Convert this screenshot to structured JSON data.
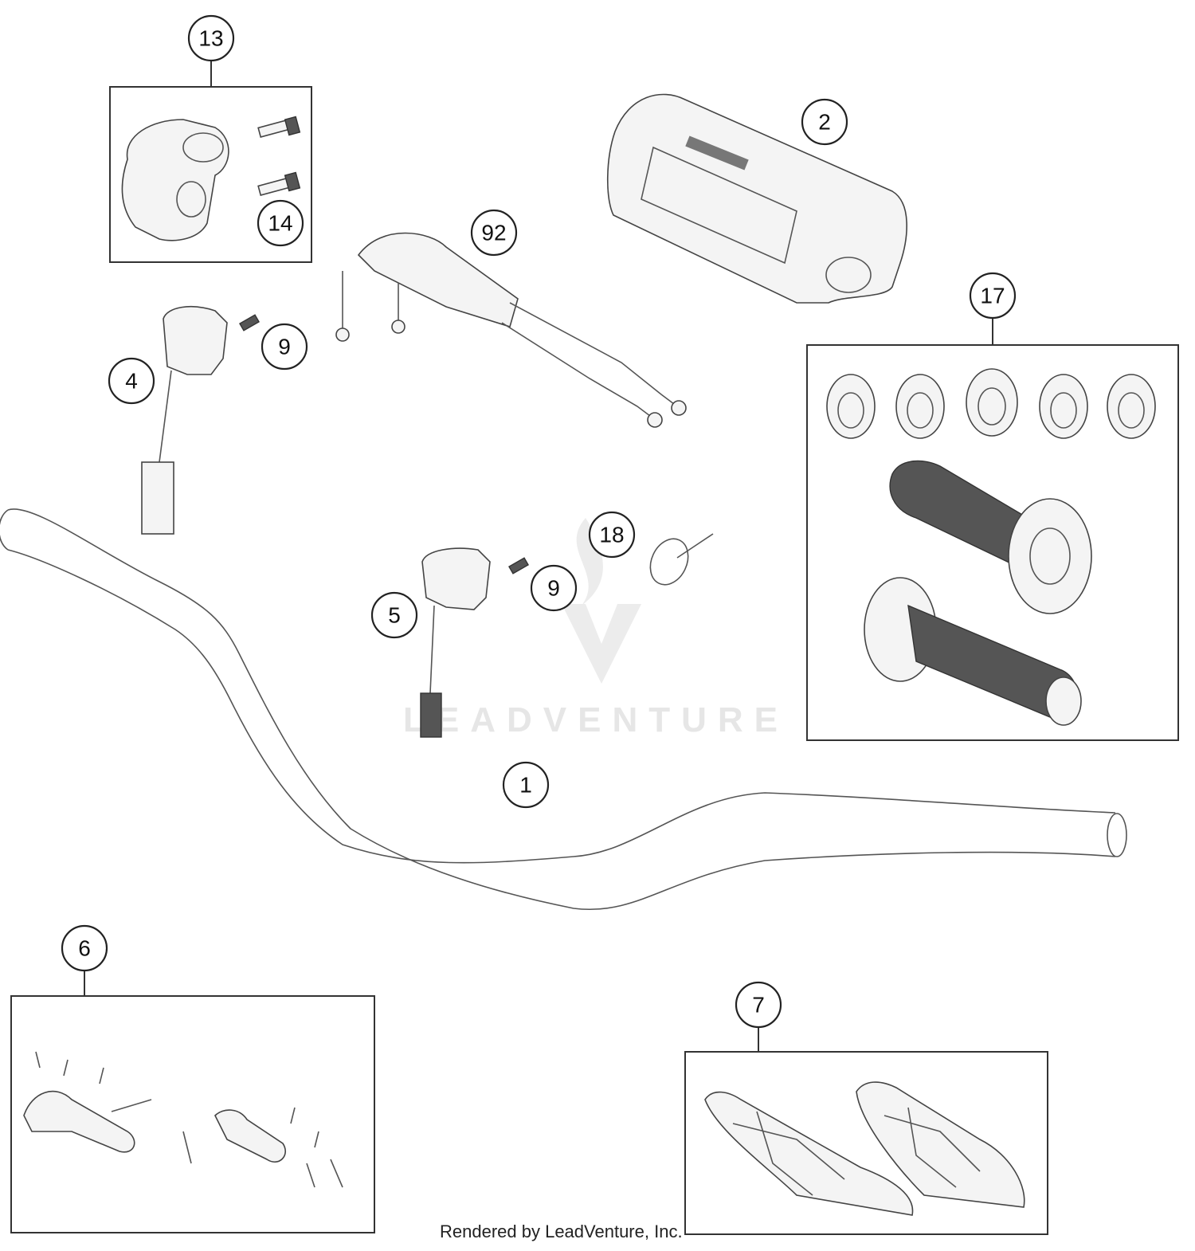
{
  "diagram": {
    "callouts": {
      "c1": "1",
      "c2": "2",
      "c4": "4",
      "c5": "5",
      "c6": "6",
      "c7": "7",
      "c9a": "9",
      "c9b": "9",
      "c13": "13",
      "c14": "14",
      "c17": "17",
      "c18": "18",
      "c92": "92"
    },
    "watermark": "LEADVENTURE",
    "footer": "Rendered by LeadVenture, Inc."
  }
}
